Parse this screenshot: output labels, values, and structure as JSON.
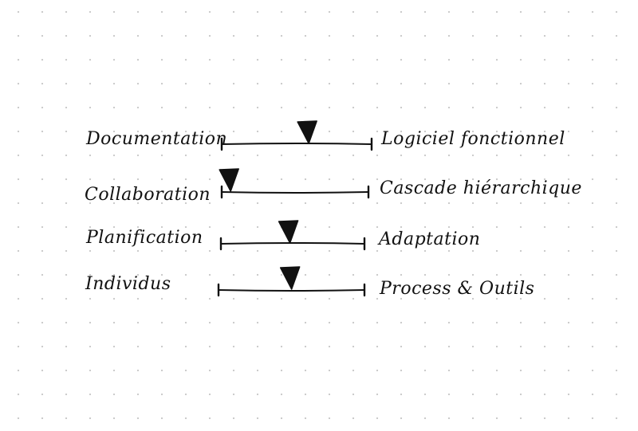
{
  "diagram": {
    "ink_color": "#111111",
    "rows": [
      {
        "left": "Documentation",
        "right": "Logiciel fonctionnel",
        "marker": 0.57
      },
      {
        "left": "Collaboration",
        "right": "Cascade hiérarchique",
        "marker": 0.05
      },
      {
        "left": "Planification",
        "right": "Adaptation",
        "marker": 0.47
      },
      {
        "left": "Individus",
        "right": "Process & Outils",
        "marker": 0.49
      }
    ]
  }
}
